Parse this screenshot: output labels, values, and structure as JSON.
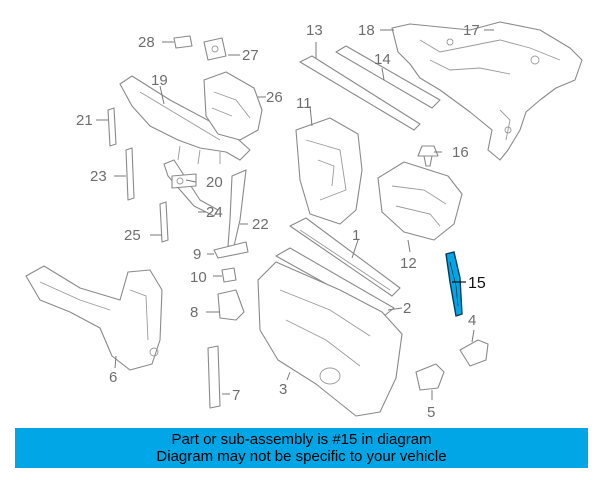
{
  "diagram": {
    "callouts": [
      "1",
      "2",
      "3",
      "4",
      "5",
      "6",
      "7",
      "8",
      "9",
      "10",
      "11",
      "12",
      "13",
      "14",
      "15",
      "16",
      "17",
      "18",
      "19",
      "20",
      "21",
      "22",
      "23",
      "24",
      "25",
      "26",
      "27",
      "28"
    ],
    "highlighted_part": "15",
    "highlight_color": "#00a6e6"
  },
  "banner": {
    "line1": "Part or sub-assembly is #15 in diagram",
    "line2": "Diagram may not be specific to your vehicle",
    "background": "#00a6e6"
  }
}
